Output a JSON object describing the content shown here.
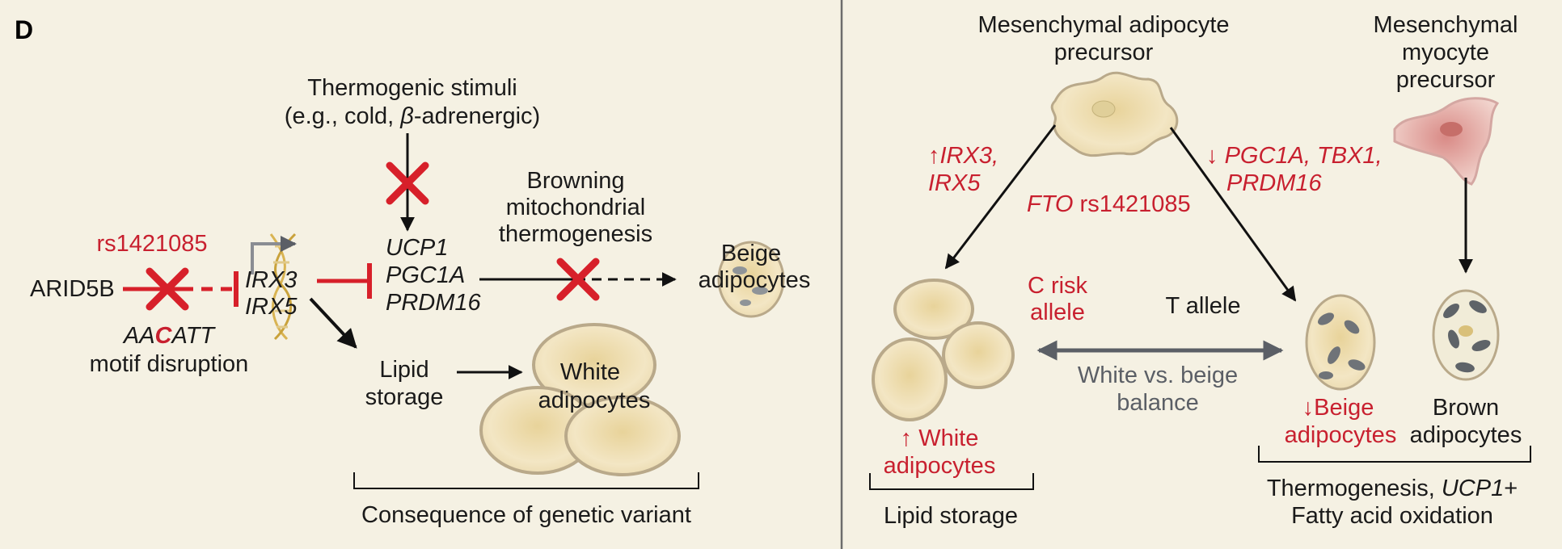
{
  "panel_letter": "D",
  "left": {
    "stimuli_line1": "Thermogenic stimuli",
    "stimuli_line2_pre": "(e.g., cold, ",
    "stimuli_line2_beta": "β",
    "stimuli_line2_post": "-adrenergic)",
    "browning_line1": "Browning",
    "browning_line2": "mitochondrial",
    "browning_line3": "thermogenesis",
    "snp": "rs1421085",
    "arid5b": "ARID5B",
    "motif_a": "AA",
    "motif_c": "C",
    "motif_b": "ATT",
    "motif_line2": "motif disruption",
    "irx3": "IRX3",
    "irx5": "IRX5",
    "ucp1": "UCP1",
    "pgc1a": "PGC1A",
    "prdm16": "PRDM16",
    "beige_line1": "Beige",
    "beige_line2": "adipocytes",
    "lipid_line1": "Lipid",
    "lipid_line2": "storage",
    "white_line1": "White",
    "white_line2": "adipocytes",
    "consequence": "Consequence of genetic variant"
  },
  "right": {
    "mesen_adipo_line1": "Mesenchymal adipocyte",
    "mesen_adipo_line2": "precursor",
    "mesen_myo_line1": "Mesenchymal",
    "mesen_myo_line2": "myocyte",
    "mesen_myo_line3": "precursor",
    "up_irx_line1_arrow": "↑",
    "up_irx_line1_gene": "IRX3,",
    "up_irx_line2": "IRX5",
    "fto_gene": "FTO",
    "fto_snp": "rs1421085",
    "down_arrow": "↓",
    "down_line1": "PGC1A, TBX1,",
    "down_line2": "PRDM16",
    "c_risk_line1": "C risk",
    "c_risk_line2": "allele",
    "t_allele": "T allele",
    "balance_line1": "White vs. beige",
    "balance_line2": "balance",
    "up_white_line1": "↑ White",
    "up_white_line2": "adipocytes",
    "down_beige_line1": "↓Beige",
    "down_beige_line2": "adipocytes",
    "brown_line1": "Brown",
    "brown_line2": "adipocytes",
    "lipid_storage": "Lipid storage",
    "thermo_line1_pre": "Thermogenesis, ",
    "thermo_line1_gene": "UCP1",
    "thermo_line1_post": "+",
    "thermo_line2": "Fatty acid oxidation"
  },
  "colors": {
    "background": "#f5f1e3",
    "red": "#c8202f",
    "gray_arrow": "#5b5f66",
    "cell_fill": "#efe1b8"
  }
}
